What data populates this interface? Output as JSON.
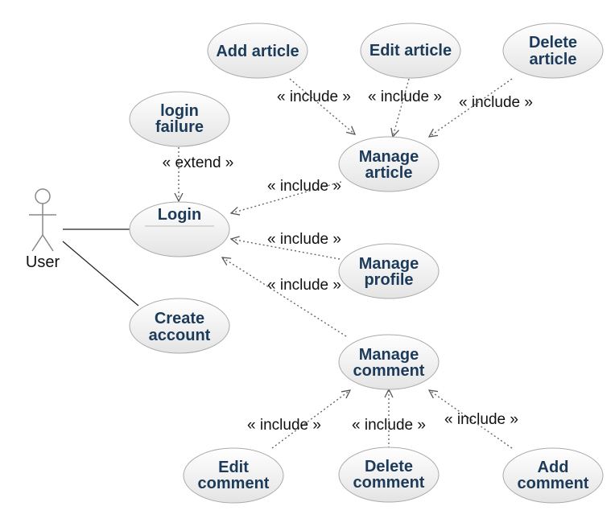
{
  "actor": {
    "name": "User"
  },
  "use_cases": {
    "add_article": [
      "Add article"
    ],
    "edit_article": [
      "Edit article"
    ],
    "delete_article": [
      "Delete",
      "article"
    ],
    "login_failure": [
      "login",
      "failure"
    ],
    "manage_article": [
      "Manage",
      "article"
    ],
    "login": [
      "Login"
    ],
    "manage_profile": [
      "Manage",
      "profile"
    ],
    "create_account": [
      "Create",
      "account"
    ],
    "manage_comment": [
      "Manage",
      "comment"
    ],
    "edit_comment": [
      "Edit",
      "comment"
    ],
    "delete_comment": [
      "Delete",
      "comment"
    ],
    "add_comment": [
      "Add",
      "comment"
    ]
  },
  "relations": {
    "include": "« include »",
    "extend": "« extend »"
  },
  "colors": {
    "text": "#1c3b5a",
    "stroke": "#999999",
    "fill_top": "#ffffff",
    "fill_bottom": "#e6e6e6",
    "line": "#555555"
  }
}
